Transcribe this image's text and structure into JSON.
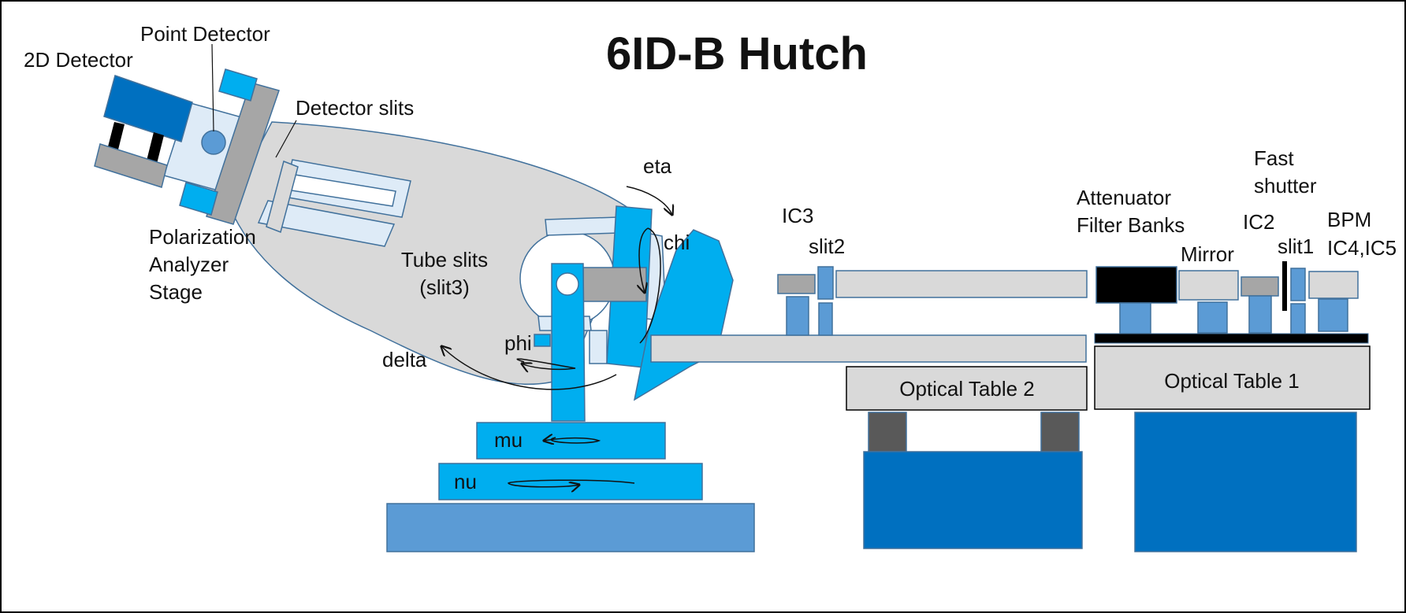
{
  "title": "6ID-B Hutch",
  "labels": {
    "detector_2d": "2D Detector",
    "point_detector": "Point Detector",
    "detector_slits": "Detector slits",
    "polarization_line1": "Polarization",
    "polarization_line2": "Analyzer",
    "polarization_line3": "Stage",
    "tube_slits_line1": "Tube slits",
    "tube_slits_line2": "(slit3)",
    "eta": "eta",
    "chi": "chi",
    "phi": "phi",
    "delta": "delta",
    "mu": "mu",
    "nu": "nu",
    "ic3": "IC3",
    "slit2": "slit2",
    "attenuator_line1": "Attenuator",
    "attenuator_line2": "Filter Banks",
    "fast_shutter_line1": "Fast",
    "fast_shutter_line2": "shutter",
    "ic2": "IC2",
    "bpm_line1": "BPM",
    "bpm_line2": "IC4,IC5",
    "mirror": "Mirror",
    "slit1": "slit1",
    "optical_table_2": "Optical Table 2",
    "optical_table_1": "Optical Table 1"
  },
  "colors": {
    "bright_blue": "#00AEEF",
    "dark_blue": "#0070C0",
    "mid_blue": "#5B9BD5",
    "pale_blue": "#DEEBF7",
    "light_gray": "#D9D9D9",
    "mid_gray": "#A6A6A6",
    "dark_gray": "#595959",
    "black": "#000000",
    "outline": "#41719C"
  }
}
